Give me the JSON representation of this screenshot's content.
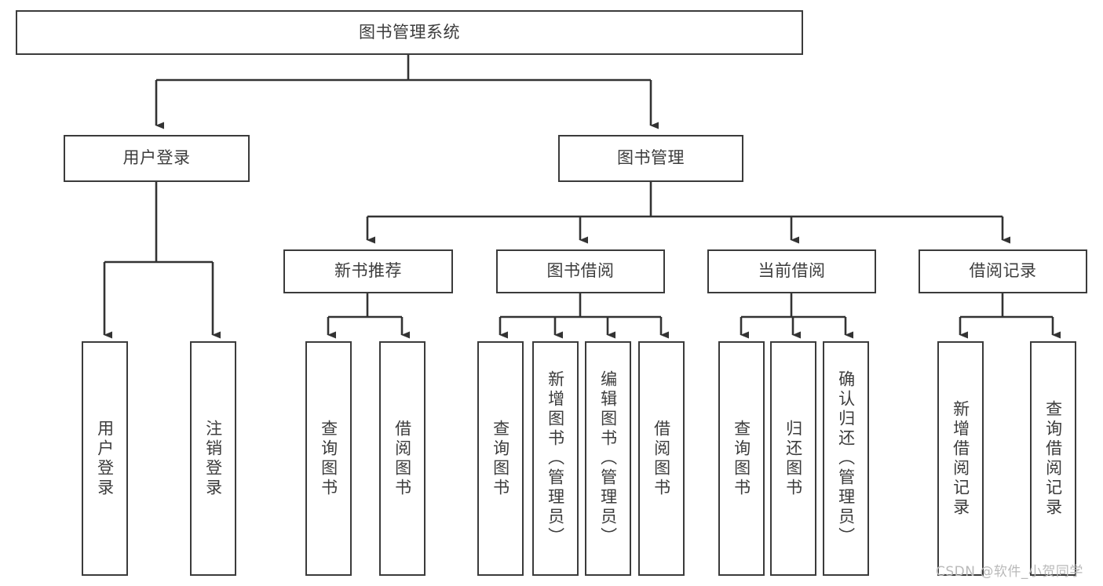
{
  "diagram": {
    "title": "图书管理系统",
    "type": "tree-hierarchy-chart",
    "watermark": "CSDN @软件_小贺同学",
    "colors": {
      "box_border": "#3b3b3b",
      "box_fill": "#ffffff",
      "text": "#3c3c3c",
      "edge": "#333333",
      "watermark": "#b9b9b9",
      "background": "#ffffff"
    },
    "nodes": {
      "root": {
        "label": "图书管理系统"
      },
      "level1": [
        {
          "label": "用户登录"
        },
        {
          "label": "图书管理"
        }
      ],
      "level2": [
        {
          "label": "新书推荐"
        },
        {
          "label": "图书借阅"
        },
        {
          "label": "当前借阅"
        },
        {
          "label": "借阅记录"
        }
      ],
      "leaves": {
        "user_login": [
          {
            "label": "用户登录"
          },
          {
            "label": "注销登录"
          }
        ],
        "new_book_rec": [
          {
            "label": "查询图书"
          },
          {
            "label": "借阅图书"
          }
        ],
        "book_borrow": [
          {
            "label": "查询图书"
          },
          {
            "label": "新增图书（管理员）"
          },
          {
            "label": "编辑图书（管理员）"
          },
          {
            "label": "借阅图书"
          }
        ],
        "current_borrow": [
          {
            "label": "查询图书"
          },
          {
            "label": "归还图书"
          },
          {
            "label": "确认归还（管理员）"
          }
        ],
        "borrow_record": [
          {
            "label": "新增借阅记录"
          },
          {
            "label": "查询借阅记录"
          }
        ]
      }
    }
  }
}
